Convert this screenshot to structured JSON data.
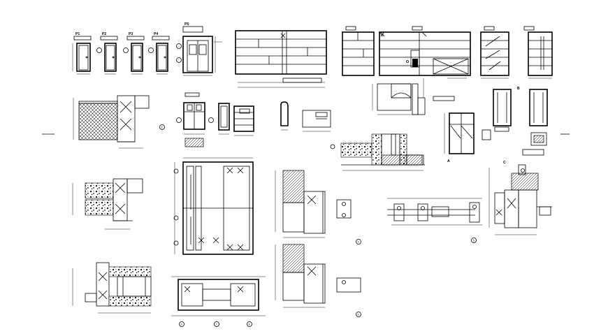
{
  "sheet": {
    "labels": {
      "p1": "P1",
      "p2": "P2",
      "p3": "P3",
      "p4": "P4",
      "p5": "P5",
      "section_a": "A",
      "section_b": "B",
      "section_c": "C",
      "detail_1": "1",
      "detail_2": "2",
      "detail_3": "3",
      "detail_4": "4",
      "detail_5": "5",
      "detail_6": "6",
      "detail_7": "7",
      "detail_8": "8",
      "detail_9": "9"
    }
  }
}
